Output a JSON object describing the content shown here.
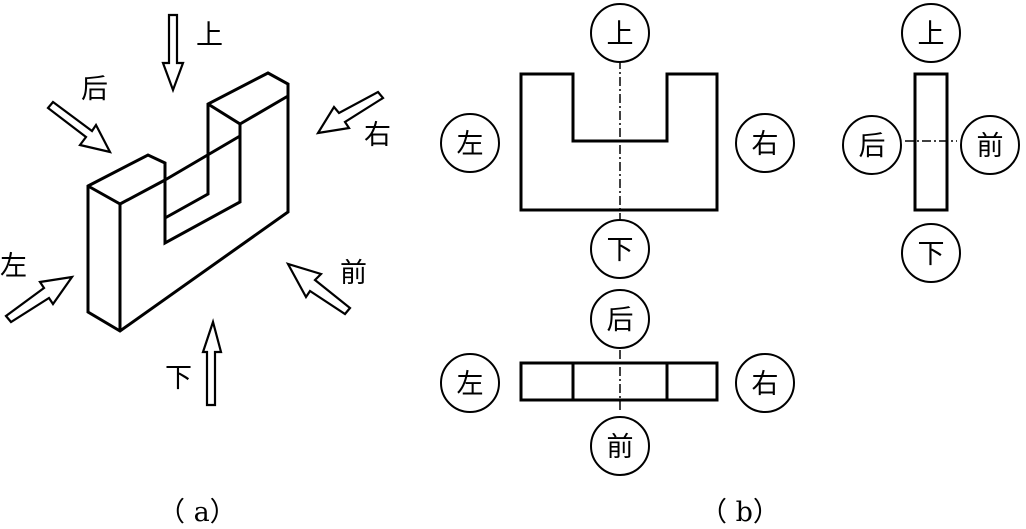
{
  "panel_a": {
    "caption": "（ a）",
    "labels": {
      "top": "上",
      "back": "后",
      "right": "右",
      "left": "左",
      "front": "前",
      "bottom": "下"
    }
  },
  "panel_b": {
    "caption": "（ b）",
    "front_view": {
      "top": "上",
      "bottom": "下",
      "left": "左",
      "right": "右"
    },
    "side_view": {
      "top": "上",
      "bottom": "下",
      "left": "后",
      "right": "前"
    },
    "top_view": {
      "top": "后",
      "bottom": "前",
      "left": "左",
      "right": "右"
    }
  }
}
